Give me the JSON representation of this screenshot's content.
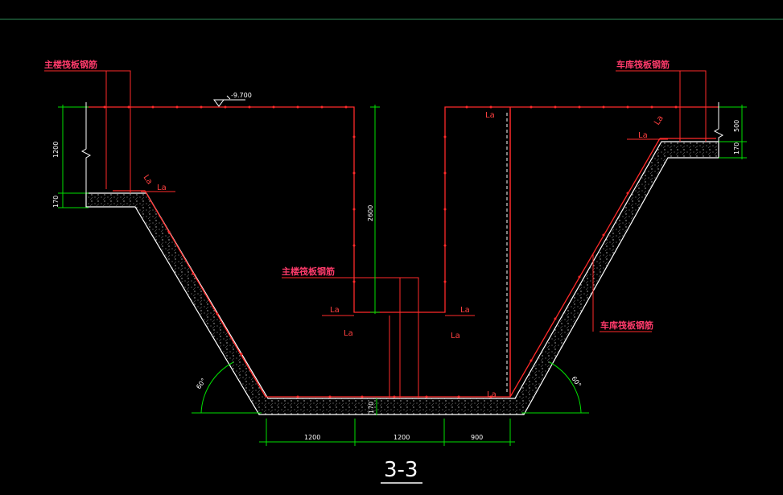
{
  "drawing": {
    "section_title": "3-3",
    "elevation": "-9.700",
    "colors": {
      "background": "#000000",
      "rebar": "#ff2a2a",
      "dimension": "#00ff00",
      "slab_outline": "#ffffff",
      "leader": "#ff2a2a"
    },
    "annotations": {
      "top_left_label": "主楼筏板钢筋",
      "top_right_label": "车库筏板钢筋",
      "center_label": "主楼筏板钢筋",
      "right_lower_label": "车库筏板钢筋",
      "la": "La"
    },
    "dimensions": {
      "left_upper": "1200",
      "left_lower": "170",
      "right_upper": "500",
      "right_lower": "170",
      "center_vertical": "2600",
      "bottom_thickness": "170",
      "bottom_1": "1200",
      "bottom_2": "1200",
      "bottom_3": "900",
      "left_angle": "60°",
      "right_angle": "60°"
    }
  }
}
